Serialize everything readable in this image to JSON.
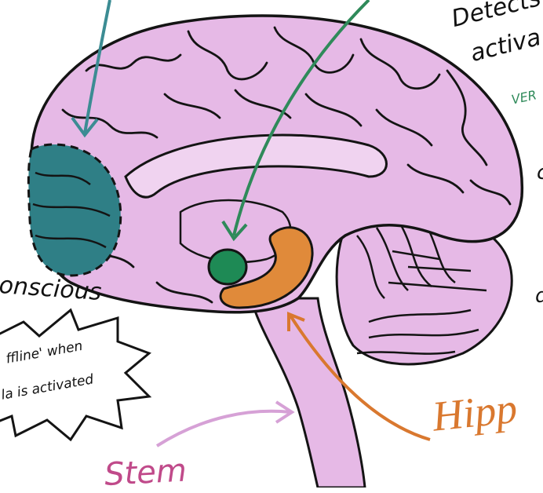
{
  "labels": {
    "detects": "Detects",
    "activa": "activa",
    "ver": "VER",
    "conscious": "onscious",
    "offline_line1": "ffline' when",
    "offline_line2": "la is activated",
    "stem": "Stem",
    "hipp": "Hipp",
    "right_c": "c",
    "right_d": "d"
  },
  "colors": {
    "brain_fill": "#e6b9e6",
    "brain_light": "#f0d3f0",
    "outline": "#141414",
    "prefrontal": "#2f7f86",
    "amygdala": "#1e8a55",
    "hippocampus": "#e08a3a",
    "arrow_teal": "#3c8c93",
    "arrow_green": "#2f8a5a",
    "arrow_orange": "#d9782f",
    "arrow_pink": "#d6a1d6"
  }
}
